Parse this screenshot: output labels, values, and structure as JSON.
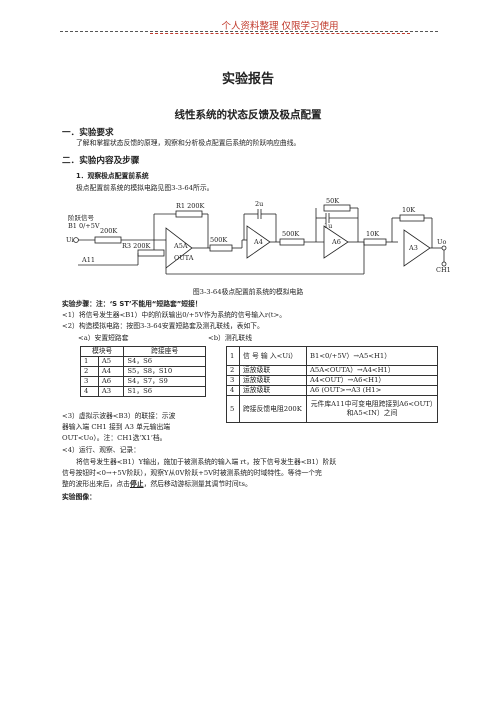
{
  "header": {
    "watermark": "个人资料整理 仅限学习使用"
  },
  "doc": {
    "title": "实验报告",
    "subtitle": "线性系统的状态反馈及极点配置",
    "s1_heading": "一．实验要求",
    "s1_text": "了解和掌握状态反馈的原理，观察和分析极点配置后系统的阶跃响应曲线。",
    "s2_heading": "二．实验内容及步骤",
    "s2_sub": "1．观察极点配置前系统",
    "s2_intro": "极点配置前系统的模拟电路见图3-3-64所示。",
    "fig_caption": "图3-3-64极点配置前系统的模拟电路",
    "steps_label": "实验步骤：注：",
    "steps_warn": "‘S ST’不能用“短路套”短接！",
    "step1": "<1）将信号发生器<B1）中的阶跃输出0/+5V作为系统的信号输入r(t>。",
    "step2": "<2）构造模拟电路：按图3-3-64安置短路套及测孔联线，表如下。",
    "table_a_label": "<a）安置短路套",
    "table_b_label": "<b）测孔联线",
    "table_a_head": [
      "模块号",
      "跨接座号"
    ],
    "table_a_rows": [
      [
        "1",
        "A5",
        "S4，S6"
      ],
      [
        "2",
        "A4",
        "S5，S8，S10"
      ],
      [
        "3",
        "A6",
        "S4，S7，S9"
      ],
      [
        "4",
        "A3",
        "S1，S6"
      ]
    ],
    "table_b_rows": [
      [
        "1",
        "信 号 输 入<Ui）",
        "B1<0/+5V）→A5<H1）"
      ],
      [
        "2",
        "运放级联",
        "A5A<OUTA）→A4<H1）"
      ],
      [
        "3",
        "运放级联",
        "A4<OUT）→A6<H1）"
      ],
      [
        "4",
        "运放级联",
        "A6 (OUT>→A3 (H1>"
      ],
      [
        "5",
        "跨接反馈电阻200K",
        "元件库A11中可变电阻跨接到A6<OUT）和A5<IN）之间"
      ]
    ],
    "step3_lines": [
      "<3）虚拟示波器<B3）的联接：示波",
      "器输入端 CH1 接到 A3 单元输出端",
      "OUT<Uo）。注：CH1选‘X1’档。"
    ],
    "step4": "<4）运行、观察、记录：",
    "step4_text_1": "将信号发生器<B1）Y输出，施加于被测系统的输入端 rt，按下信号发生器<B1）阶跃",
    "step4_text_2": "信号按钮时<0→+5V阶跃），观察Y从0V阶跃+5V时被测系统的时域特性。等待一个完",
    "step4_text_3a": "整的波形出来后，点击",
    "step4_text_3b": "停止",
    "step4_text_3c": "，然后移动游标测量其调节时间ts。",
    "image_label": "实验图像："
  },
  "circuit": {
    "labels": {
      "sig": "阶跃信号",
      "b1": "B1  0/+5V",
      "ui": "Ui",
      "r1": "R1 200K",
      "r2_left": "200K",
      "r3": "R3 200K",
      "a11": "A11",
      "a5": "A5A",
      "outa": "OUTA",
      "r500a": "500K",
      "c2u": "2u",
      "a4": "A4",
      "r500b": "500K",
      "r50k": "50K",
      "c1u": "1u",
      "a6": "A6",
      "r10k": "10K",
      "r10k2": "10K",
      "a3": "A3",
      "uo": "Uo",
      "ch1": "CH1"
    }
  }
}
